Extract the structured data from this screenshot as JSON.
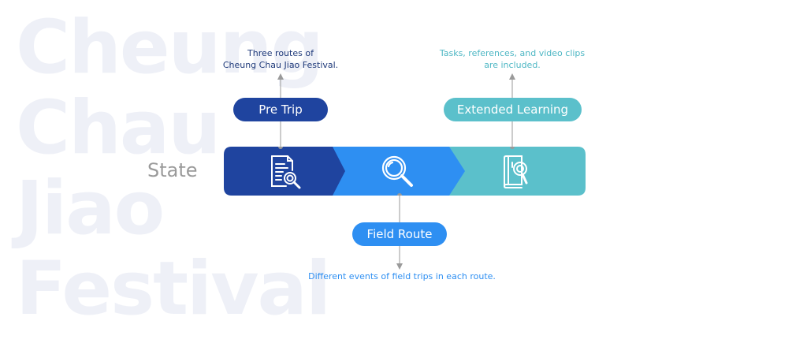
{
  "watermark": {
    "lines": [
      "Cheung",
      "Chau",
      "Jiao",
      "Festival"
    ]
  },
  "state_label": "State",
  "steps": [
    {
      "key": "pre",
      "label": "Pre Trip",
      "note_lines": [
        "Three routes of",
        "Cheung Chau Jiao Festival."
      ],
      "color": "#1f449f",
      "icon": "document-search-icon"
    },
    {
      "key": "field",
      "label": "Field Route",
      "note_lines": [
        "Different events of field trips in each route."
      ],
      "color": "#2e8ff2",
      "icon": "magnifier-icon"
    },
    {
      "key": "ext",
      "label": "Extended Learning",
      "note_lines": [
        "Tasks, references, and video clips",
        "are included."
      ],
      "color": "#5bc0cb",
      "icon": "book-search-icon"
    }
  ],
  "colors": {
    "connector": "#9a9a9a",
    "watermark": "#eef0f7",
    "state_text": "#9a9a9a"
  }
}
